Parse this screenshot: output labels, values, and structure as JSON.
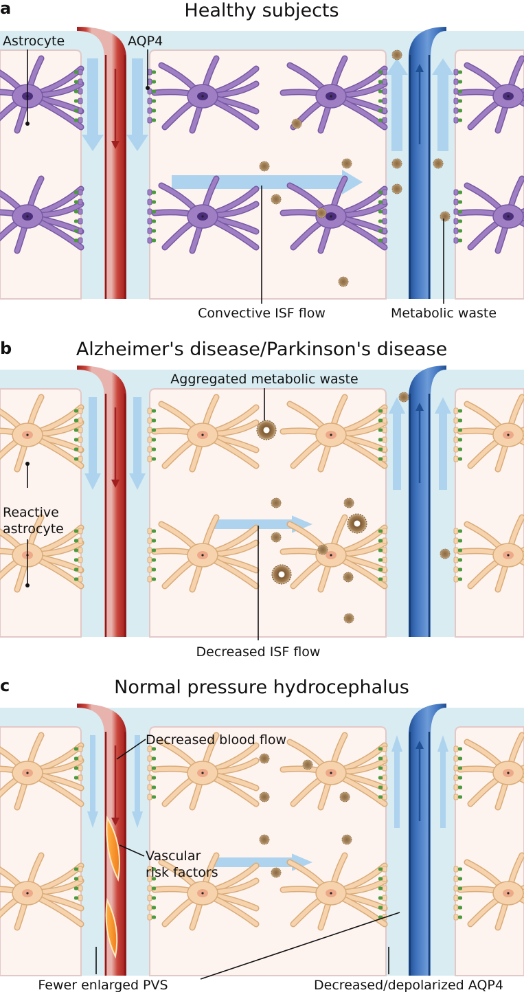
{
  "panels": [
    {
      "letter": "a",
      "title": "Healthy subjects",
      "labels": {
        "astrocyte": "Astrocyte",
        "aqp4": "AQP4",
        "flow": "Convective ISF flow",
        "waste": "Metabolic waste"
      },
      "colors": {
        "astro_fill": "#9f7ec4",
        "astro_stroke": "#7559a2",
        "nucleus": "#4a2e7a",
        "aqp4": "#4c9a3e"
      }
    },
    {
      "letter": "b",
      "title": "Alzheimer's disease/Parkinson's disease",
      "labels": {
        "aggregated": "Aggregated metabolic waste",
        "reactive_line1": "Reactive",
        "reactive_line2": "astrocyte",
        "flow": "Decreased ISF flow"
      },
      "colors": {
        "astro_fill": "#f6d3ad",
        "astro_stroke": "#d9ab78",
        "nucleus": "#eda98a",
        "aqp4": "#4c9a3e"
      }
    },
    {
      "letter": "c",
      "title": "Normal pressure hydrocephalus",
      "labels": {
        "blood": "Decreased blood flow",
        "vascular_line1": "Vascular",
        "vascular_line2": "risk factors",
        "pvs": "Fewer enlarged PVS",
        "aqp4": "Decreased/depolarized AQP4"
      },
      "colors": {
        "astro_fill": "#f6d3ad",
        "astro_stroke": "#d9ab78",
        "nucleus": "#eda98a",
        "aqp4": "#4c9a3e"
      }
    }
  ],
  "colors": {
    "artery": "#c0392b",
    "artery_inner": "#e8b3ad",
    "vein": "#2d5fa8",
    "vein_inner": "#5e8fd0",
    "csf": "#d8ecf2",
    "tissue": "#fdf3ef",
    "arrow": "#aed3ef",
    "waste": "#9b7a52"
  }
}
